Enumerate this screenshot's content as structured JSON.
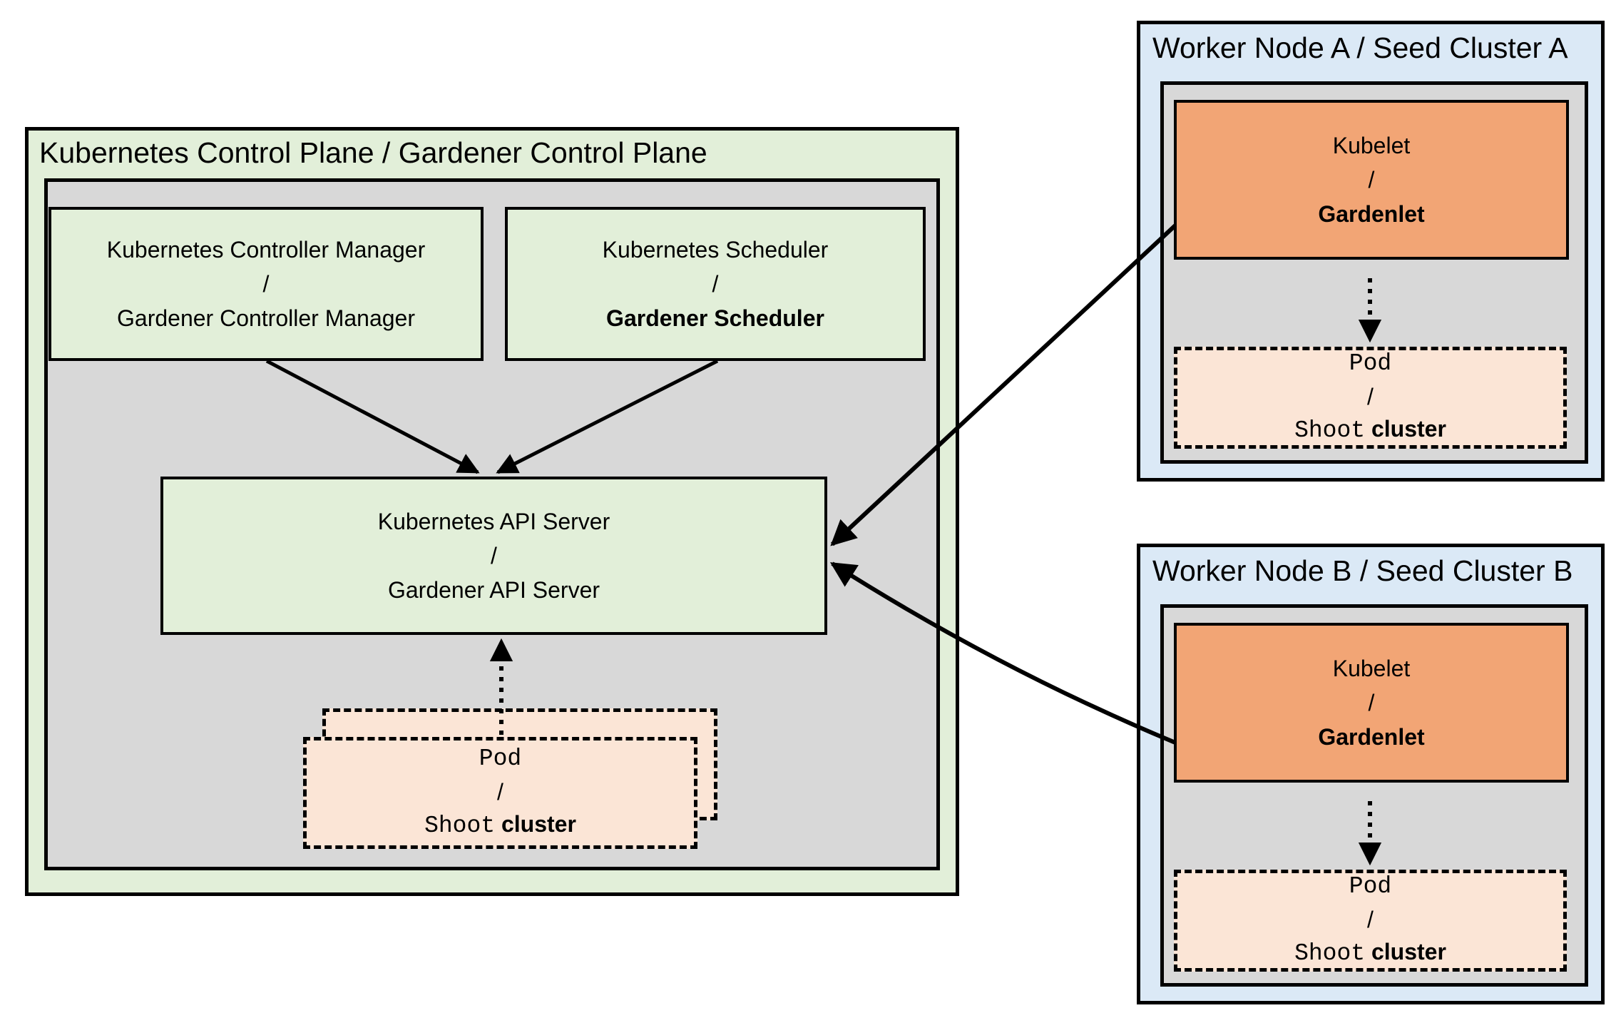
{
  "colors": {
    "bg": "#ffffff",
    "green": "#e2efd9",
    "gray": "#d8d8d8",
    "blue": "#dbe9f6",
    "orange": "#f2a575",
    "peach": "#fbe5d6",
    "line": "#000000"
  },
  "control_plane": {
    "title": "Kubernetes Control Plane / Gardener Control Plane",
    "controller_manager": {
      "line1": "Kubernetes Controller Manager",
      "separator": "/",
      "line2": "Gardener Controller Manager"
    },
    "scheduler": {
      "line1": "Kubernetes Scheduler",
      "separator": "/",
      "line2": "Gardener Scheduler"
    },
    "api_server": {
      "line1": "Kubernetes API Server",
      "separator": "/",
      "line2": "Gardener API Server"
    }
  },
  "pod_label": {
    "line1": "Pod",
    "separator": "/",
    "shoot": "Shoot",
    "cluster": "cluster"
  },
  "worker_a": {
    "title": "Worker Node A / Seed Cluster A",
    "kubelet": {
      "line1": "Kubelet",
      "separator": "/",
      "line2": "Gardenlet"
    }
  },
  "worker_b": {
    "title": "Worker Node B / Seed Cluster B",
    "kubelet": {
      "line1": "Kubelet",
      "separator": "/",
      "line2": "Gardenlet"
    }
  }
}
